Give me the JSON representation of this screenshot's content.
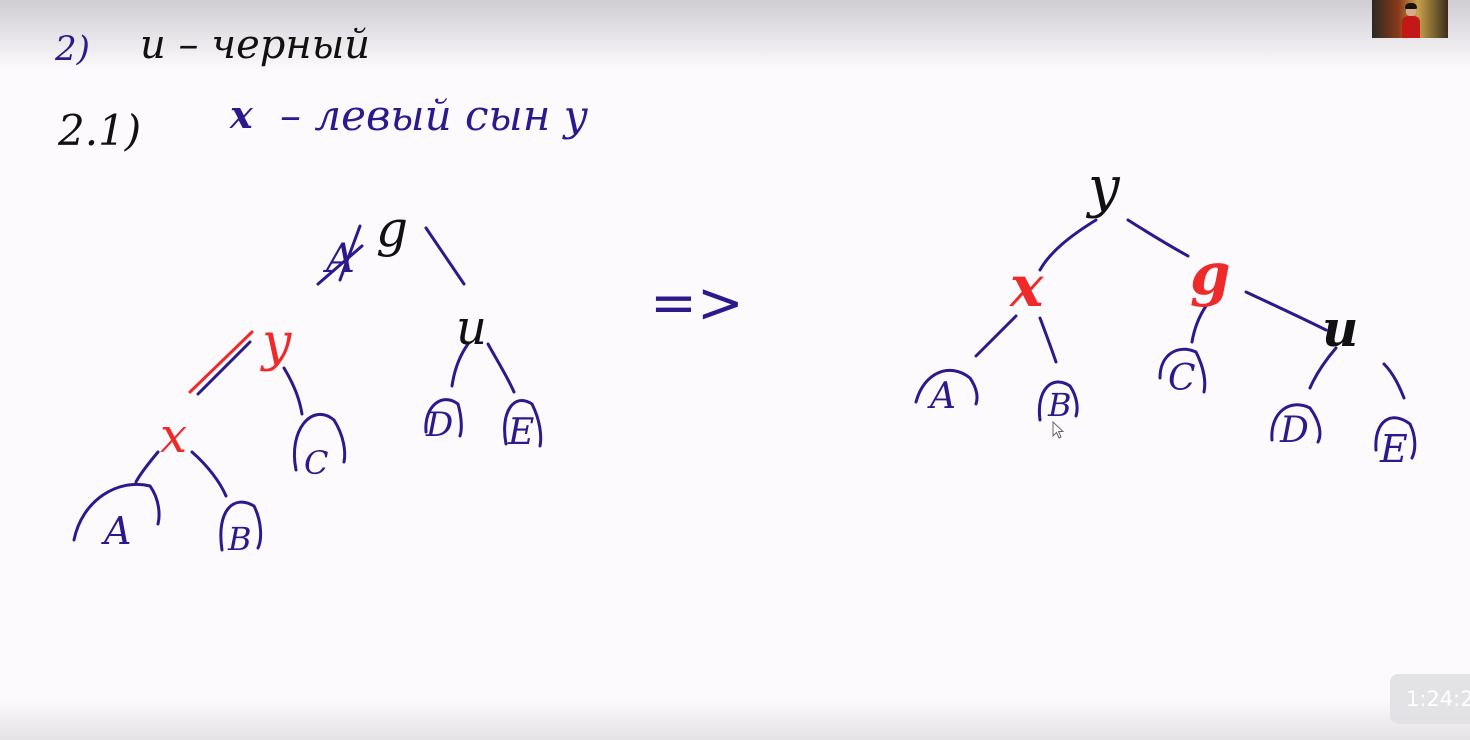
{
  "board": {
    "background": "#fdfafd",
    "ink_colors": {
      "blue": "#2a1a8c",
      "red": "#ee2a2a",
      "black": "#111111"
    }
  },
  "notes": {
    "line1_number": "2)",
    "line1_text": "u – черный",
    "line2_number": "2.1)",
    "line2_var": "x",
    "line2_text": "– левый сын y"
  },
  "left_tree": {
    "g": "g",
    "struck": "A",
    "y": "y",
    "u": "u",
    "x": "x",
    "C": "C",
    "D": "D",
    "E": "E",
    "A": "A",
    "B": "B"
  },
  "arrow": "=>",
  "right_tree": {
    "y": "y",
    "x": "x",
    "g": "g",
    "u": "u",
    "A": "A",
    "B": "B",
    "C": "C",
    "D": "D",
    "E": "E"
  },
  "video": {
    "timestamp": "1:24:2",
    "webcam_icon": "webcam-thumbnail"
  }
}
